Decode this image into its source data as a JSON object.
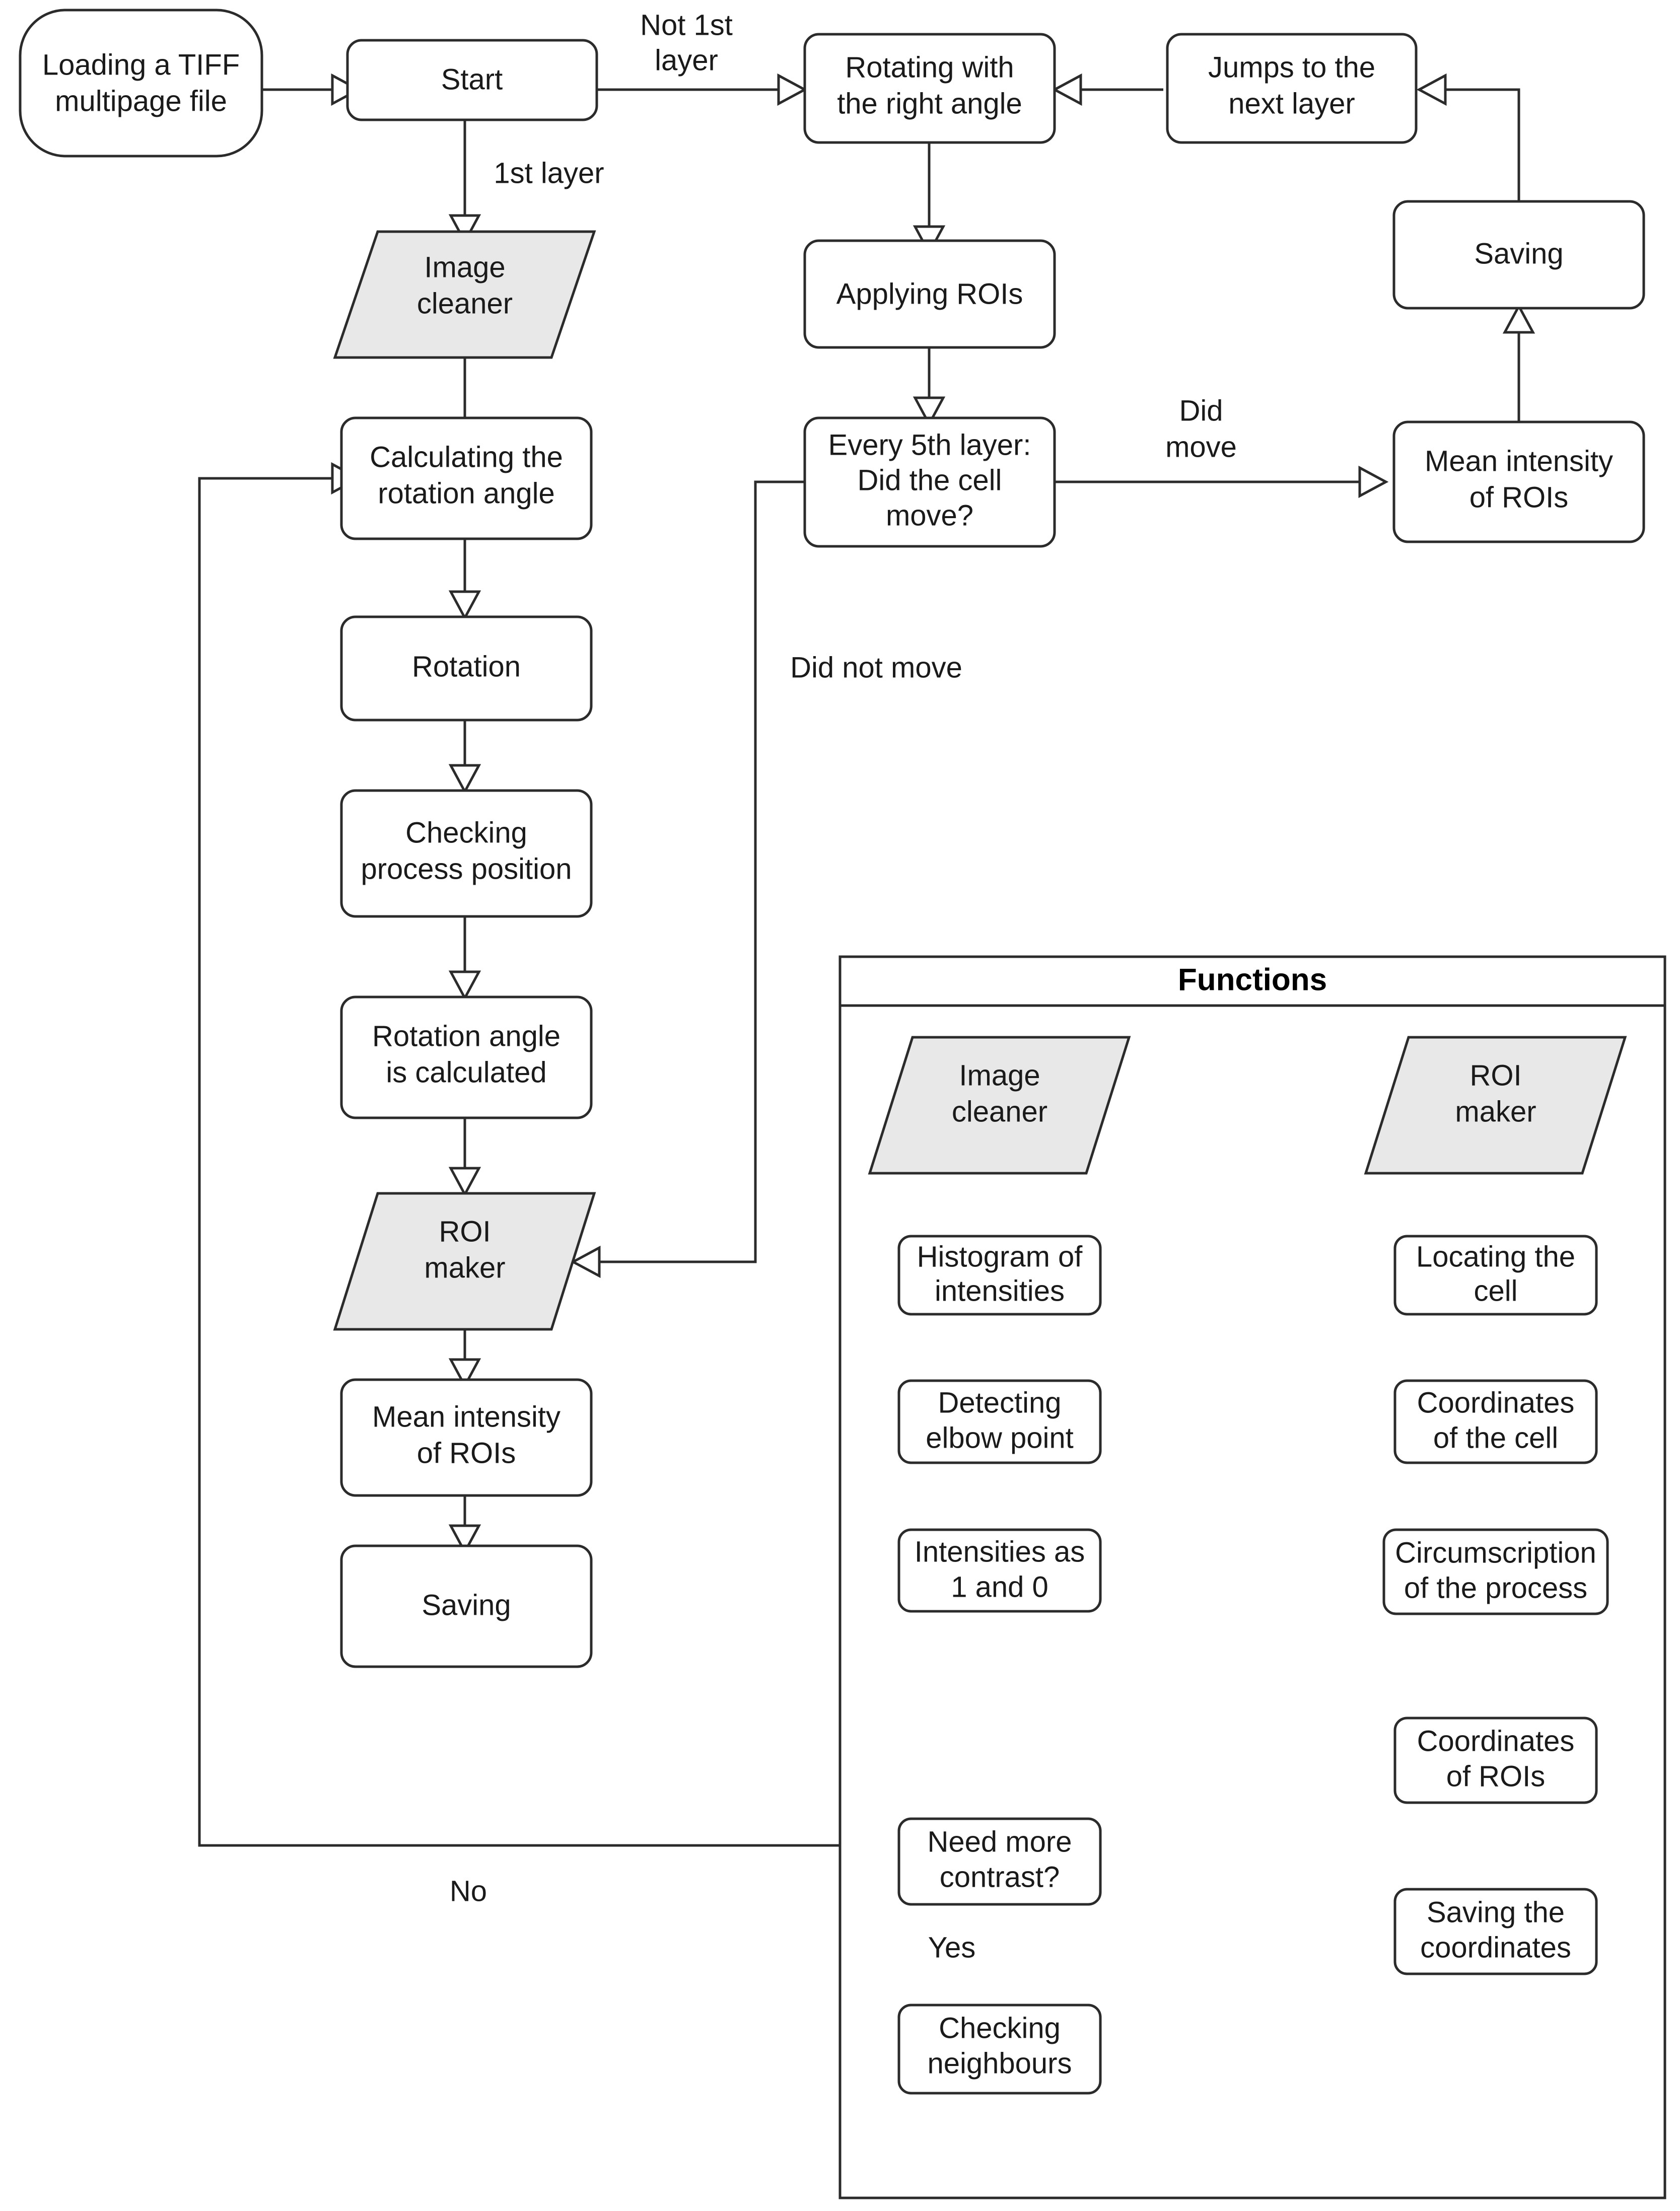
{
  "diagram": {
    "title_panel": {
      "label": "Functions"
    },
    "nodes": [
      {
        "id": "load",
        "label_lines": [
          "Loading a TIFF",
          "multipage file"
        ],
        "shape": "terminator"
      },
      {
        "id": "start",
        "label_lines": [
          "Start"
        ],
        "shape": "process"
      },
      {
        "id": "rotright",
        "label_lines": [
          "Rotating with",
          "the right angle"
        ],
        "shape": "process"
      },
      {
        "id": "jumps",
        "label_lines": [
          "Jumps to the",
          "next layer"
        ],
        "shape": "process"
      },
      {
        "id": "imgclean1",
        "label_lines": [
          "Image",
          "cleaner"
        ],
        "shape": "subroutine"
      },
      {
        "id": "applyrois",
        "label_lines": [
          "Applying ROIs"
        ],
        "shape": "process"
      },
      {
        "id": "saving_r",
        "label_lines": [
          "Saving"
        ],
        "shape": "process"
      },
      {
        "id": "calcangle",
        "label_lines": [
          "Calculating the",
          "rotation angle"
        ],
        "shape": "process"
      },
      {
        "id": "every5",
        "label_lines": [
          "Every 5th layer:",
          "Did the cell",
          "move?"
        ],
        "shape": "decision-box"
      },
      {
        "id": "meanint_r",
        "label_lines": [
          "Mean intensity",
          "of ROIs"
        ],
        "shape": "process"
      },
      {
        "id": "rotation",
        "label_lines": [
          "Rotation"
        ],
        "shape": "process"
      },
      {
        "id": "checkpos",
        "label_lines": [
          "Checking",
          "process position"
        ],
        "shape": "process"
      },
      {
        "id": "anglecalc",
        "label_lines": [
          "Rotation angle",
          "is calculated"
        ],
        "shape": "process"
      },
      {
        "id": "roimaker1",
        "label_lines": [
          "ROI",
          "maker"
        ],
        "shape": "subroutine"
      },
      {
        "id": "meanint_l",
        "label_lines": [
          "Mean intensity",
          "of ROIs"
        ],
        "shape": "process"
      },
      {
        "id": "saving_l",
        "label_lines": [
          "Saving"
        ],
        "shape": "process"
      },
      {
        "id": "imgclean2",
        "label_lines": [
          "Image",
          "cleaner"
        ],
        "shape": "subroutine"
      },
      {
        "id": "roimaker2",
        "label_lines": [
          "ROI",
          "maker"
        ],
        "shape": "subroutine"
      },
      {
        "id": "histo",
        "label_lines": [
          "Histogram of",
          "intensities"
        ],
        "shape": "process"
      },
      {
        "id": "elbow",
        "label_lines": [
          "Detecting",
          "elbow point"
        ],
        "shape": "process"
      },
      {
        "id": "ints10",
        "label_lines": [
          "Intensities as",
          "1 and 0"
        ],
        "shape": "process"
      },
      {
        "id": "needcontrast",
        "label_lines": [
          "Need more",
          "contrast?"
        ],
        "shape": "decision-box"
      },
      {
        "id": "neighbours",
        "label_lines": [
          "Checking",
          "neighbours"
        ],
        "shape": "process"
      },
      {
        "id": "locating",
        "label_lines": [
          "Locating the",
          "cell"
        ],
        "shape": "process"
      },
      {
        "id": "coordcell",
        "label_lines": [
          "Coordinates",
          "of the cell"
        ],
        "shape": "process"
      },
      {
        "id": "circum",
        "label_lines": [
          "Circumscription",
          "of the process"
        ],
        "shape": "process"
      },
      {
        "id": "coordrois",
        "label_lines": [
          "Coordinates",
          "of ROIs"
        ],
        "shape": "process"
      },
      {
        "id": "savecoord",
        "label_lines": [
          "Saving the",
          "coordinates"
        ],
        "shape": "process"
      }
    ],
    "edge_labels": [
      {
        "id": "lbl-not1st",
        "text_lines": [
          "Not 1st",
          "layer"
        ]
      },
      {
        "id": "lbl-1st",
        "text_lines": [
          "1st layer"
        ]
      },
      {
        "id": "lbl-didmove",
        "text_lines": [
          "Did",
          "move"
        ]
      },
      {
        "id": "lbl-didnot",
        "text_lines": [
          "Did not move"
        ]
      },
      {
        "id": "lbl-no",
        "text_lines": [
          "No"
        ]
      },
      {
        "id": "lbl-yes",
        "text_lines": [
          "Yes"
        ]
      }
    ],
    "colors": {
      "stroke": "#2b2b2b",
      "subroutine_fill": "#e8e8e8",
      "node_fill": "#ffffff",
      "text": "#1a1a1a"
    }
  }
}
